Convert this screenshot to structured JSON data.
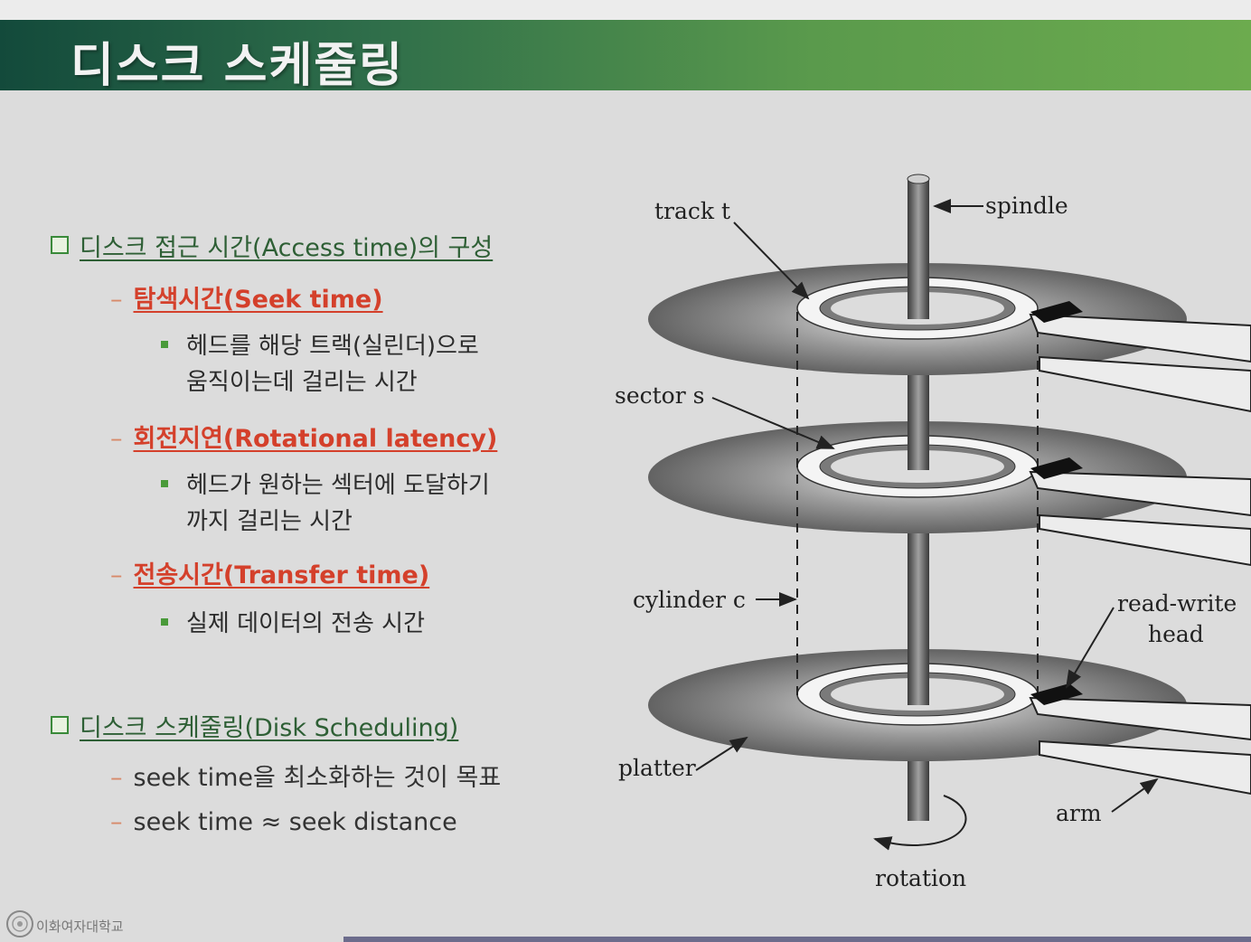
{
  "slide": {
    "title": "디스크 스케줄링",
    "footer": "이화여자대학교"
  },
  "items": {
    "access": "디스크 접근 시간(Access time)의 구성",
    "seek_label": "탐색시간(Seek time)",
    "seek_desc_1": "헤드를 해당 트랙(실린더)으로",
    "seek_desc_2": "움직이는데 걸리는 시간",
    "rot_label": "회전지연(Rotational latency)",
    "rot_desc_1": "헤드가 원하는 섹터에 도달하기",
    "rot_desc_2": "까지 걸리는 시간",
    "transfer_label": "전송시간(Transfer time)",
    "transfer_desc": "실제 데이터의 전송 시간",
    "sched": "디스크 스케줄링(Disk Scheduling)",
    "sched_1": "seek time을 최소화하는 것이 목표",
    "sched_2": "seek time ≈ seek distance"
  },
  "diagram": {
    "track": "track t",
    "spindle": "spindle",
    "sector": "sector s",
    "cylinder": "cylinder c",
    "rw_1": "read-write",
    "rw_2": "head",
    "platter": "platter",
    "arm": "arm",
    "rotation": "rotation"
  },
  "colors": {
    "title_bar_start": "#134a3b",
    "title_bar_end": "#6cab4e",
    "subheading_red": "#d4402b",
    "heading_green": "#2e5f35"
  }
}
